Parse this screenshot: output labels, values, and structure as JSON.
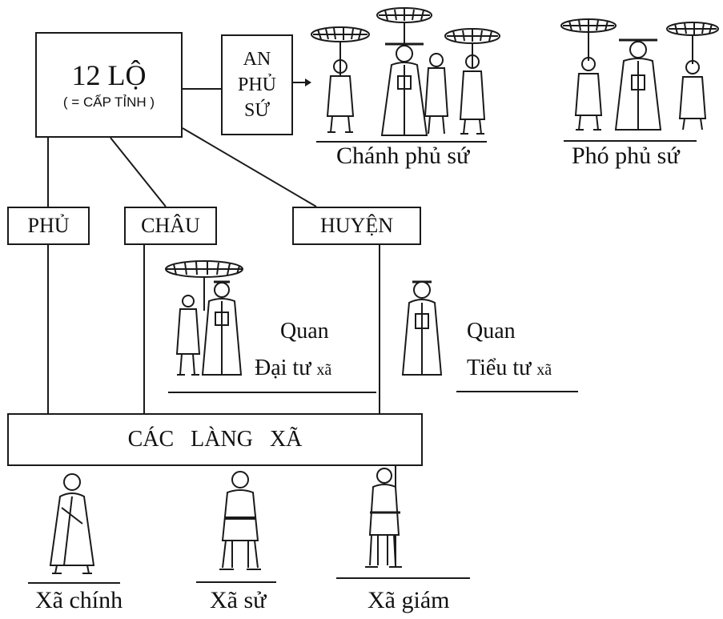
{
  "top": {
    "main_box": {
      "line1": "12 LỘ",
      "line2": "( = CẤP TỈNH )"
    },
    "an_phu_su": {
      "line1": "AN",
      "line2": "PHỦ",
      "line3": "SỨ"
    },
    "chanh_phu_su_label": "Chánh phủ sứ",
    "pho_phu_su_label": "Phó phủ sứ"
  },
  "middle": {
    "phu": "PHỦ",
    "chau": "CHÂU",
    "huyen": "HUYỆN",
    "dai_tu_xa": {
      "line1": "Quan",
      "line2": "Đại tư",
      "small": "xã"
    },
    "tieu_tu_xa": {
      "line1": "Quan",
      "line2": "Tiểu tư",
      "small": "xã"
    }
  },
  "bottom": {
    "cac_lang_xa": "CÁC   LÀNG   XÃ",
    "xa_chinh": "Xã chính",
    "xa_su": "Xã sử",
    "xa_giam": "Xã giám"
  }
}
